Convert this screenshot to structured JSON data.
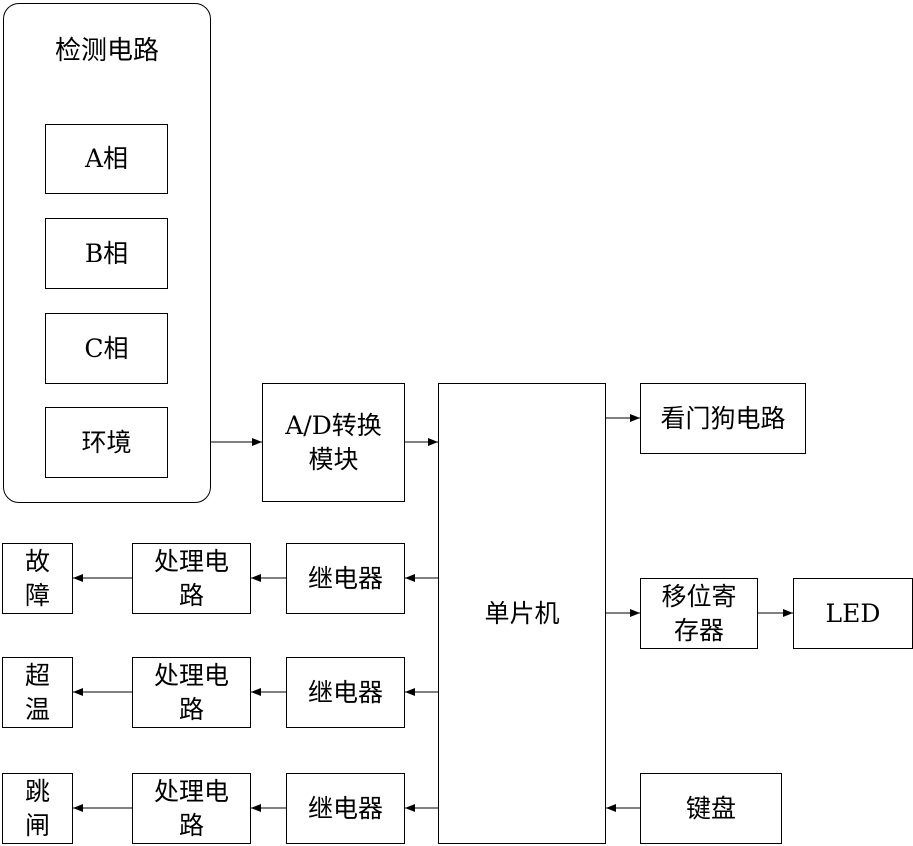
{
  "detection": {
    "title": "检测电路",
    "items": [
      "A相",
      "B相",
      "C相",
      "环境"
    ]
  },
  "ad_module": {
    "line1": "A/D转换",
    "line2": "模块"
  },
  "mcu": {
    "label": "单片机"
  },
  "watchdog": {
    "label": "看门狗电路"
  },
  "shift_register": {
    "line1": "移位寄",
    "line2": "存器"
  },
  "led": {
    "label": "LED"
  },
  "keyboard": {
    "label": "键盘"
  },
  "rows": [
    {
      "relay": "继电器",
      "proc1": "处理电",
      "proc2": "路",
      "out1": "故",
      "out2": "障"
    },
    {
      "relay": "继电器",
      "proc1": "处理电",
      "proc2": "路",
      "out1": "超",
      "out2": "温"
    },
    {
      "relay": "继电器",
      "proc1": "处理电",
      "proc2": "路",
      "out1": "跳",
      "out2": "闸"
    }
  ]
}
